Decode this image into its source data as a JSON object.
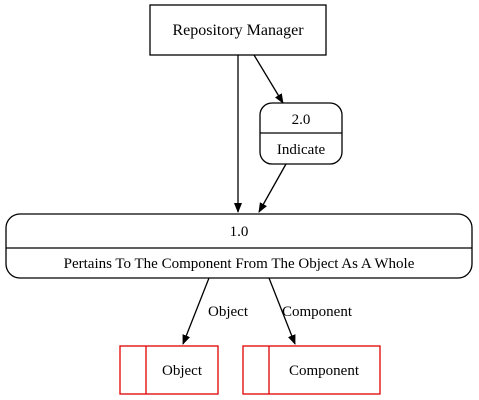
{
  "entity": {
    "label": "Repository Manager"
  },
  "processes": [
    {
      "id": "2.0",
      "label": "Indicate"
    },
    {
      "id": "1.0",
      "label": "Pertains To The Component From The Object As A Whole"
    }
  ],
  "data_stores": [
    {
      "label": "Object"
    },
    {
      "label": "Component"
    }
  ],
  "flows": [
    {
      "label": ""
    },
    {
      "label": ""
    },
    {
      "label": ""
    },
    {
      "label": "Object"
    },
    {
      "label": "Component"
    }
  ],
  "colors": {
    "line": "#000000",
    "store_border": "#e00000",
    "background": "#ffffff",
    "text": "#000000"
  }
}
